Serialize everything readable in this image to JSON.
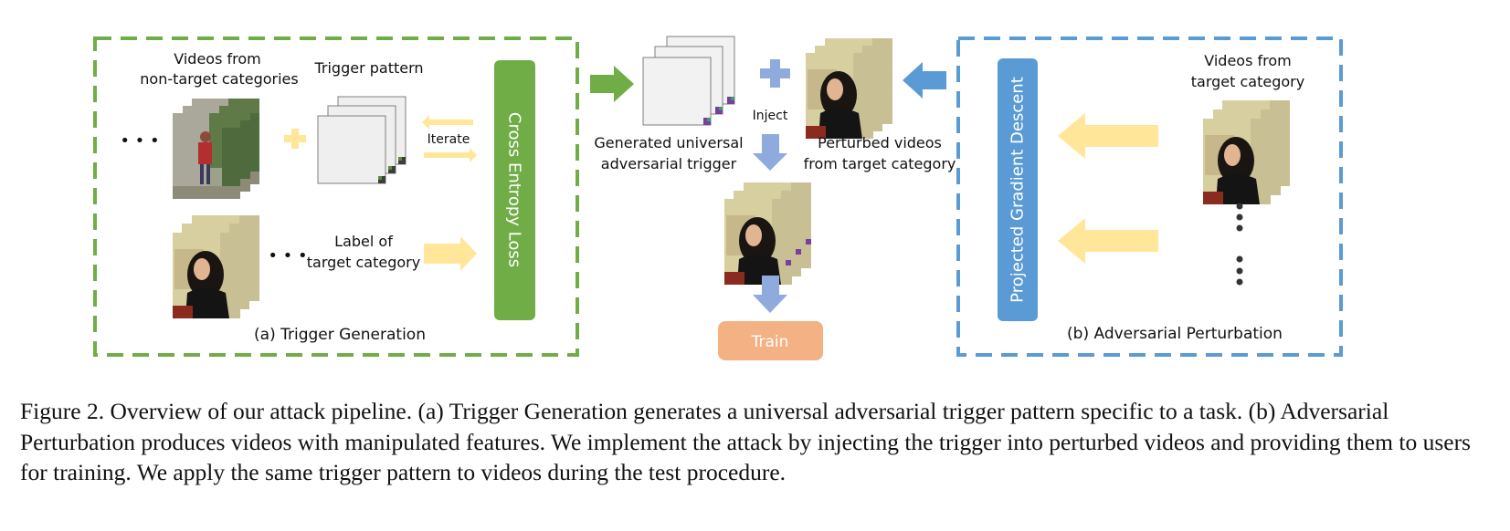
{
  "panel_a": {
    "title": "(a) Trigger Generation",
    "videos_label_line1": "Videos from",
    "videos_label_line2": "non-target categories",
    "trigger_label": "Trigger pattern",
    "iterate_label": "Iterate",
    "label_line1": "Label of",
    "label_line2": "target category",
    "loss_label": "Cross Entropy Loss",
    "ellipsis": "• • •",
    "color": "#70ad47"
  },
  "middle": {
    "trigger_label_line1": "Generated universal",
    "trigger_label_line2": "adversarial trigger",
    "inject_label": "Inject",
    "perturbed_label_line1": "Perturbed videos",
    "perturbed_label_line2": "from target category",
    "train_label": "Train",
    "train_color": "#f4b183",
    "arrow_color": "#8faadc"
  },
  "panel_b": {
    "title": "(b) Adversarial Perturbation",
    "pgd_label": "Projected Gradient Descent",
    "videos_label_line1": "Videos from",
    "videos_label_line2": "target category",
    "color": "#5b9bd5"
  },
  "caption": "Figure 2. Overview of our attack pipeline. (a) Trigger Generation generates a universal adversarial trigger pattern specific to a task. (b) Adversarial Perturbation produces videos with manipulated features. We implement the attack by injecting the trigger into perturbed videos and providing them to users for training. We apply the same trigger pattern to videos during the test procedure."
}
